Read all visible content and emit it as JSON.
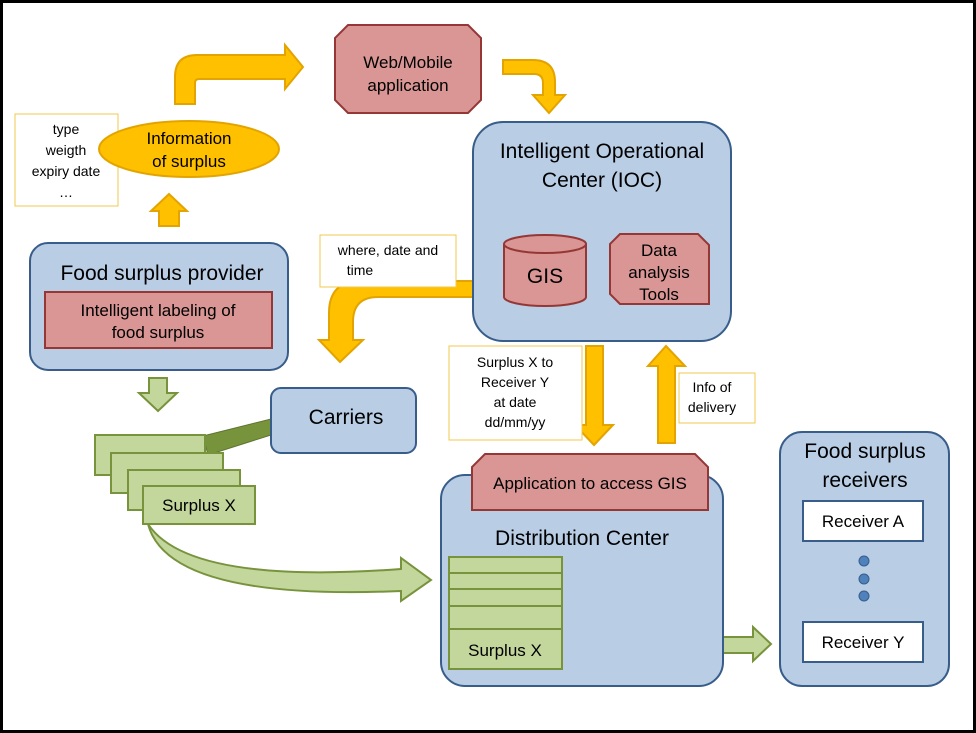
{
  "diagram": {
    "web_mobile_app": [
      "Web/Mobile",
      "application"
    ],
    "information_of_surplus": [
      "Information",
      "of surplus"
    ],
    "surplus_attributes": [
      "type",
      "weigth",
      "expiry date",
      "…"
    ],
    "ioc": {
      "title": [
        "Intelligent Operational",
        "Center (IOC)"
      ],
      "gis": "GIS",
      "data_tools": [
        "Data",
        "analysis",
        "Tools"
      ]
    },
    "food_surplus_provider": {
      "title": "Food surplus provider",
      "labeling": [
        "Intelligent labeling of",
        "food surplus"
      ]
    },
    "where_date_time": [
      "where, date and",
      "time"
    ],
    "carriers": "Carriers",
    "surplus_stack_label": "Surplus X",
    "surplus_to_receiver": [
      "Surplus X to",
      "Receiver Y",
      "at date",
      "dd/mm/yy"
    ],
    "info_of_delivery": [
      "Info of",
      "delivery"
    ],
    "distribution_center": {
      "gis_access": "Application to access GIS",
      "title": "Distribution Center",
      "stored_label": "Surplus X"
    },
    "receivers": {
      "title": [
        "Food surplus",
        "receivers"
      ],
      "receiver_a": "Receiver A",
      "receiver_y": "Receiver Y"
    },
    "colors": {
      "blue_fill": "#b9cde5",
      "blue_stroke": "#385d8a",
      "red_fill": "#d99694",
      "red_stroke": "#953735",
      "orange": "#ffc000",
      "orange_stroke": "#e3a400",
      "green_fill": "#c3d69b",
      "green_stroke": "#77933c"
    }
  }
}
